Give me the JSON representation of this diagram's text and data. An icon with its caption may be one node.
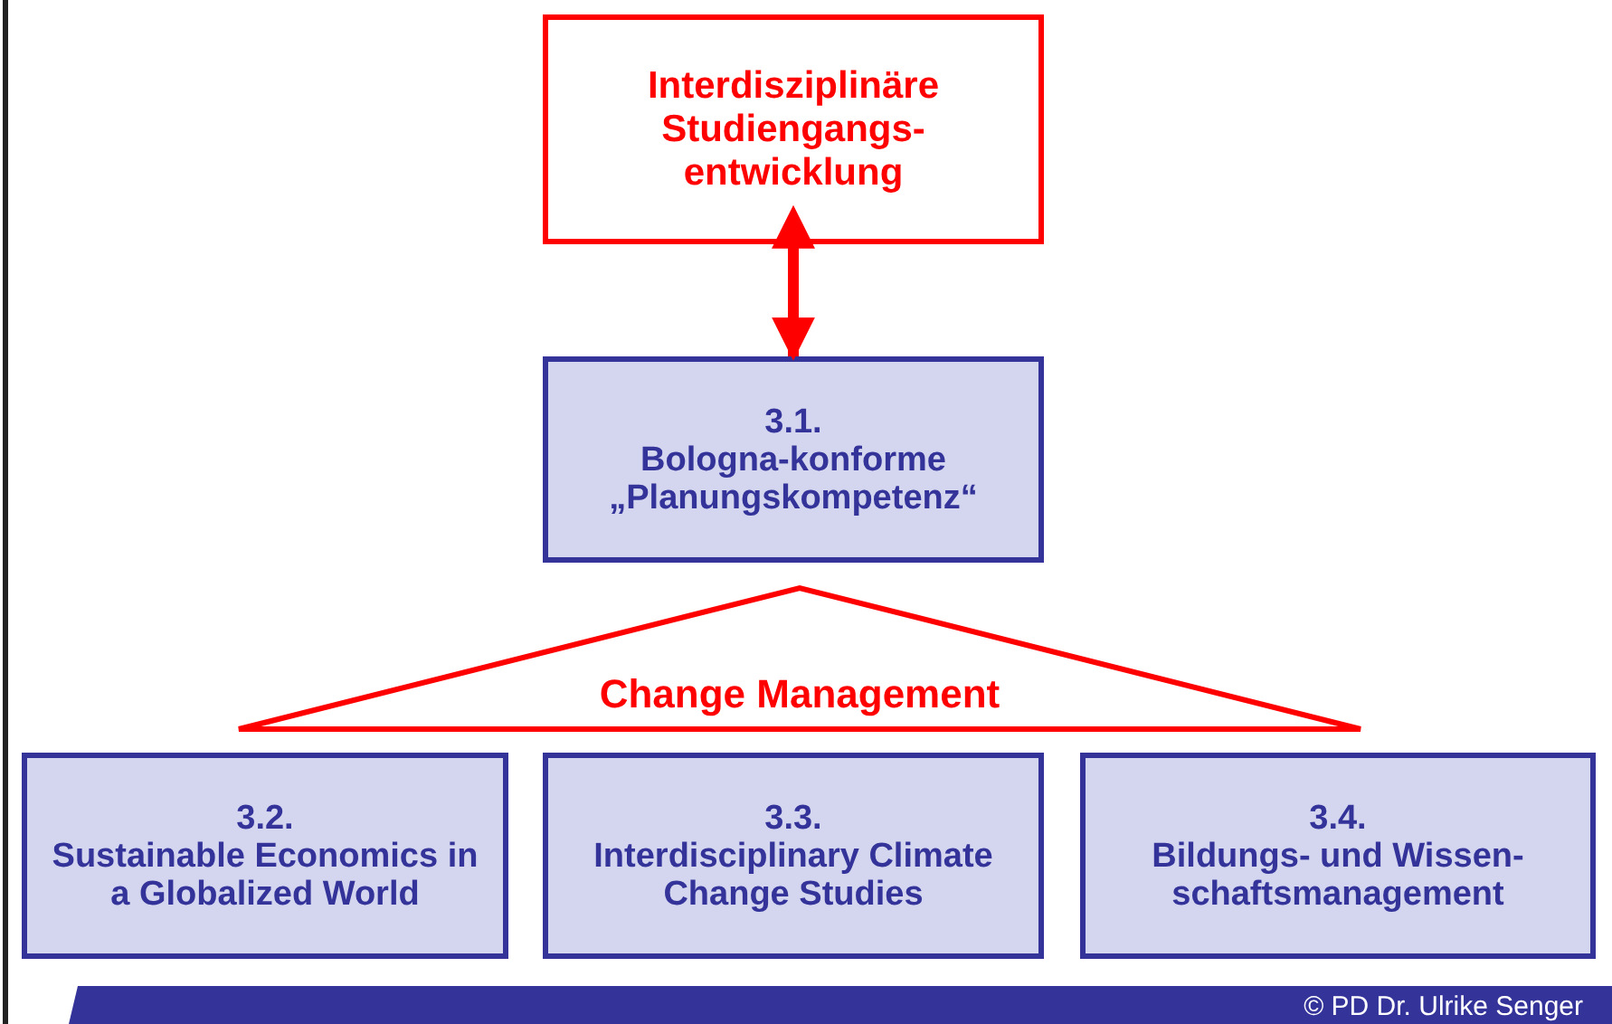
{
  "diagram": {
    "nodes": [
      {
        "text": [
          "Interdisziplinäre Studiengangs- entwicklung"
        ]
      },
      {
        "text": [
          "3.1.",
          "Bologna-konforme „Planungskompetenz“"
        ]
      },
      {
        "text": [
          "Change Management"
        ]
      },
      {
        "text": [
          "3.2.",
          "Sustainable Economics in a Globalized World"
        ]
      },
      {
        "text": [
          "3.3.",
          "Interdisciplinary Climate Change Studies"
        ]
      },
      {
        "text": [
          "3.4.",
          "Bildungs- und Wissen- schaftsmanagement"
        ]
      }
    ],
    "edges": [
      {
        "from": 0,
        "to": 1,
        "arrow": "both"
      }
    ],
    "labels": [
      "© PD Dr. Ulrike Senger"
    ]
  }
}
